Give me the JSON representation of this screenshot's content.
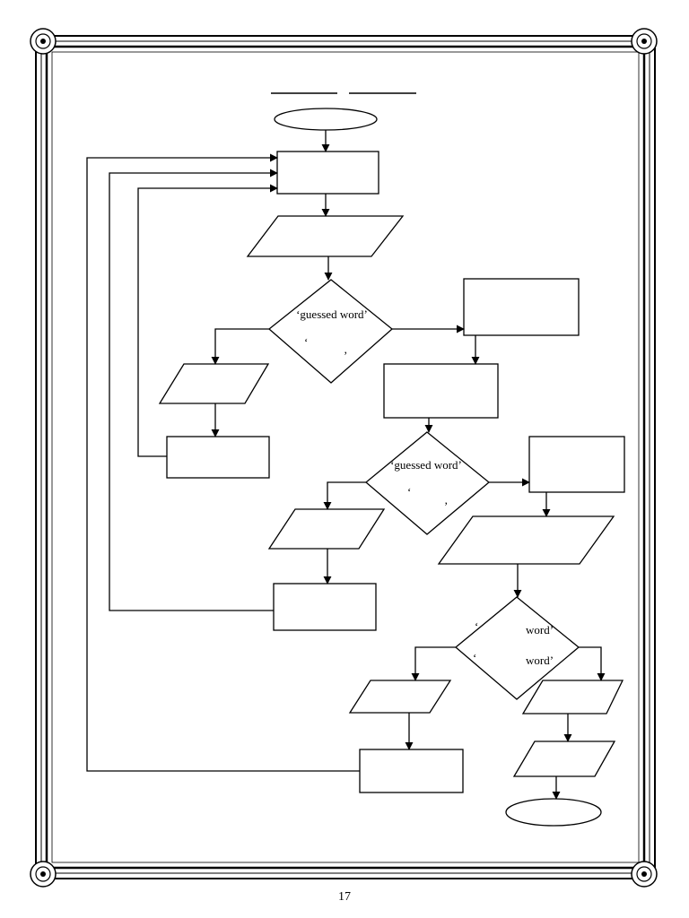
{
  "page": {
    "number": "17"
  },
  "labels": {
    "d1_top": "‘guessed word’",
    "d1_q_open": "‘",
    "d1_q_close": "’",
    "d2_top": "‘guessed word’",
    "d2_q_open": "‘",
    "d2_q_close": "’",
    "d3_q_open_1": "‘",
    "d3_word_1": "word’",
    "d3_q_open_2": "‘",
    "d3_word_2": "word’"
  }
}
